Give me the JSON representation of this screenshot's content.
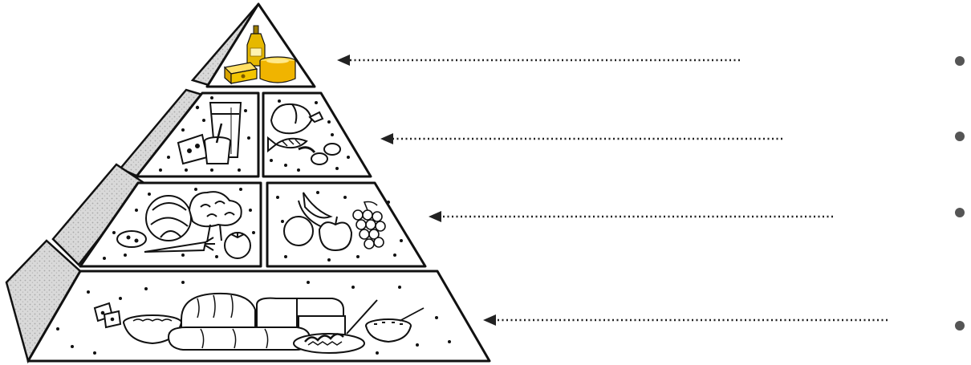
{
  "diagram": {
    "type": "food-pyramid-worksheet",
    "tiers": [
      {
        "level": 1,
        "compartments": [
          {
            "food_group": "fats-oils-sweets",
            "items": [
              "oil-bottle-icon",
              "butter-block-icon",
              "honey-jar-icon"
            ]
          }
        ]
      },
      {
        "level": 2,
        "compartments": [
          {
            "food_group": "dairy",
            "items": [
              "milk-glass-icon",
              "cheese-wedge-icon",
              "yogurt-cup-icon"
            ]
          },
          {
            "food_group": "protein",
            "items": [
              "roast-chicken-icon",
              "fish-icon",
              "eggs-icon"
            ]
          }
        ]
      },
      {
        "level": 3,
        "compartments": [
          {
            "food_group": "vegetables",
            "items": [
              "cabbage-icon",
              "broccoli-icon",
              "potato-icon",
              "tomato-icon",
              "carrot-icon"
            ]
          },
          {
            "food_group": "fruits",
            "items": [
              "banana-icon",
              "apple-icon",
              "orange-icon",
              "grapes-icon"
            ]
          }
        ]
      },
      {
        "level": 4,
        "compartments": [
          {
            "food_group": "grains",
            "items": [
              "bread-loaf-icon",
              "baguette-icon",
              "crackers-icon",
              "cereal-bowl-icon",
              "rice-bowl-icon",
              "pasta-plate-icon"
            ]
          }
        ]
      }
    ],
    "pointer_arrows": 4,
    "answer_bullets": 4,
    "colors": {
      "outline": "#111111",
      "side_face": "#cfcfcf",
      "oil": "#e6b800",
      "butter": "#f2c400",
      "honey": "#f0b400",
      "arrow": "#222222"
    }
  }
}
